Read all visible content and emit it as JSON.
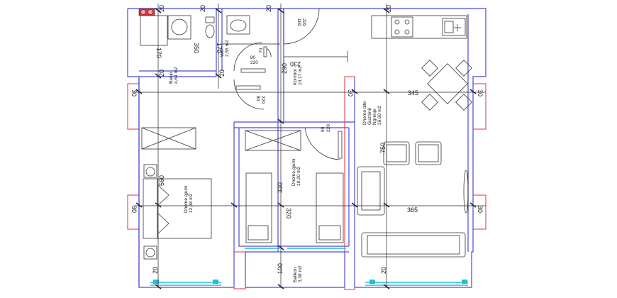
{
  "rooms": {
    "banjo": {
      "name": "Banjo",
      "area": "4,64 m2"
    },
    "wc": {
      "name": "WC",
      "area": "2,55 m2"
    },
    "korridor": {
      "name": "Korridor",
      "area": "10,17 m2"
    },
    "dhome_ditte": {
      "name1": "Dhome dite",
      "name2": "Guzhinë",
      "name3": "Ngrenje",
      "area": "26,60 m2"
    },
    "gjumi1": {
      "name": "Dhome gjumi",
      "area": "12,48 m2"
    },
    "gjumi2": {
      "name": "Dhome gjumi",
      "area": "10,20 m2"
    },
    "ballkon": {
      "name": "Ballkon",
      "area": "3,38 m2"
    }
  },
  "dimensions": {
    "d20_a": "20",
    "d20_b": "20",
    "d20_c": "20",
    "d20_d": "20",
    "d20_e": "20",
    "d20_f": "20",
    "d20_g": "20",
    "d20_h": "20",
    "d350": "350",
    "d170_a": "170",
    "d170_b": "170",
    "d290": "290",
    "d230": "230",
    "d345": "345",
    "d30_a": "30",
    "d30_b": "30",
    "d30_c": "30",
    "d30_d": "30",
    "d30_e": "30",
    "d560": "560",
    "d750": "750",
    "d330": "330",
    "d320": "320",
    "d365": "365",
    "d100": "100",
    "door_100_220": "100\n220",
    "door_80_220_a": "80\n220",
    "door_80_220_b": "80\n220",
    "door_90_220": "90\n220",
    "door_70": "70"
  },
  "colors": {
    "wall": "#4b4bd6",
    "red": "#e0303a",
    "dim_line": "#222222",
    "window": "#20c0d0",
    "furniture": "#333333"
  },
  "icons": [
    "toilet-icon",
    "sink-icon",
    "washing-machine-icon",
    "stove-icon",
    "kitchen-sink-icon",
    "bed-icon",
    "sofa-icon",
    "dining-table-icon",
    "armchair-icon",
    "tv-icon"
  ]
}
